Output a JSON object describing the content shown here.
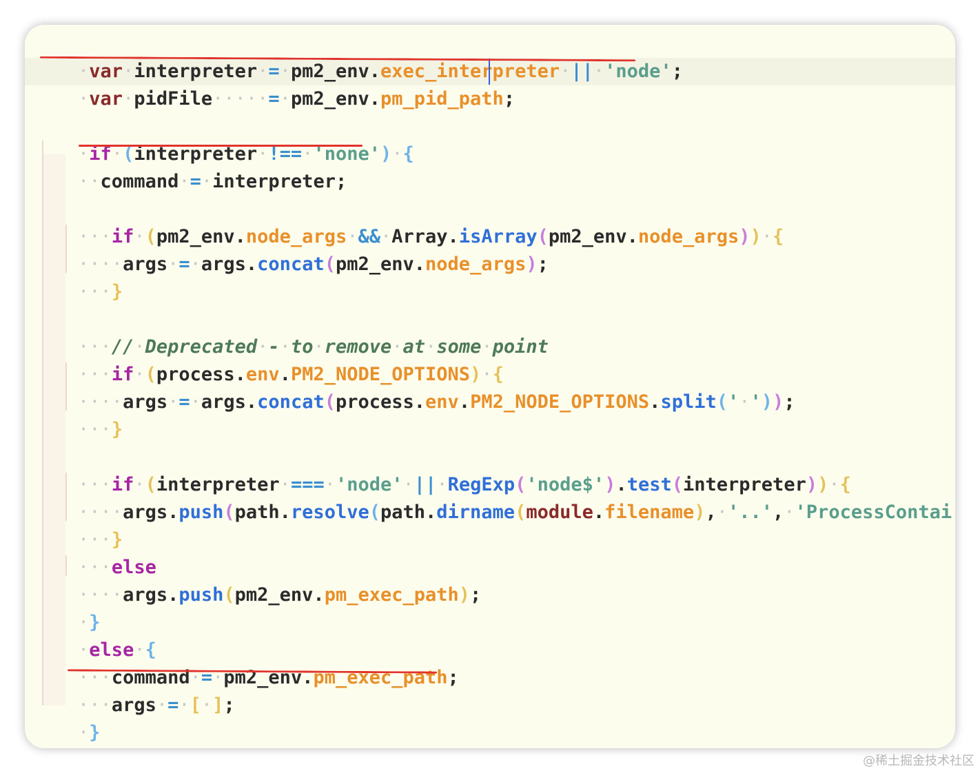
{
  "code_lines": [
    "·var·interpreter·=·pm2_env.exec_interpreter·||·'node';",
    "·var·pidFile·····=·pm2_env.pm_pid_path;",
    "",
    "·if·(interpreter·!==·'none')·{",
    "··command·=·interpreter;",
    "",
    "···if·(pm2_env.node_args·&&·Array.isArray(pm2_env.node_args))·{",
    "····args·=·args.concat(pm2_env.node_args);",
    "···}",
    "",
    "···//·Deprecated·-·to·remove·at·some·point",
    "···if·(process.env.PM2_NODE_OPTIONS)·{",
    "····args·=·args.concat(process.env.PM2_NODE_OPTIONS.split('·'));",
    "···}",
    "",
    "···if·(interpreter·===·'node'·||·RegExp('node$').test(interpreter))·{",
    "····args.push(path.resolve(path.dirname(module.filename),·'..',·'ProcessContai",
    "···}",
    "···else",
    "····args.push(pm2_env.pm_exec_path);",
    "·}",
    "·else·{",
    "···command·=·pm2_env.pm_exec_path;",
    "···args·=·[·];",
    "·}"
  ],
  "watermark": "@稀土掘金技术社区",
  "colors": {
    "editor_background": "#fdfdee",
    "keyword": "#8a2a2a",
    "control_keyword": "#a626a4",
    "property": "#e8902a",
    "string": "#5a9e8c",
    "comment": "#4e7a58",
    "function": "#2f6fd8",
    "operator": "#3a8fd0",
    "annotation_underline": "#e0332b"
  }
}
